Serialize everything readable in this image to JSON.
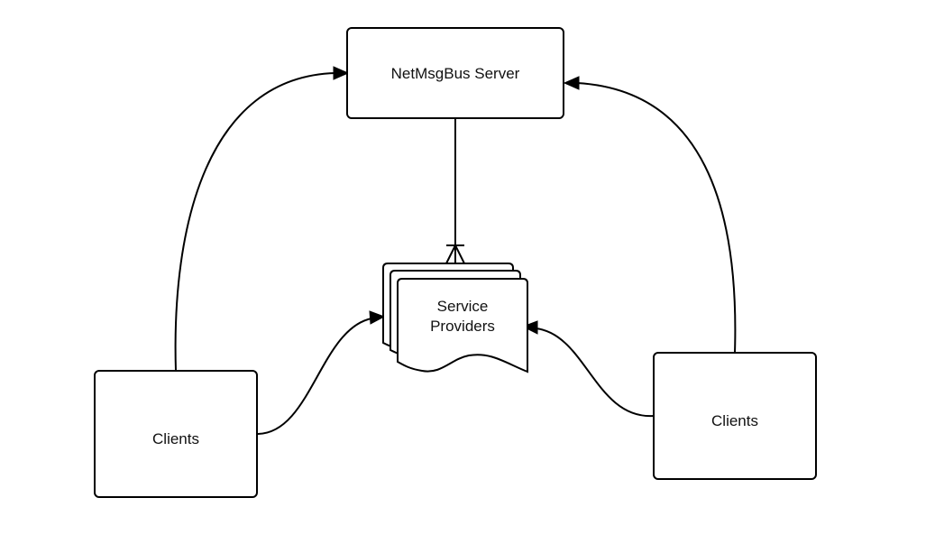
{
  "nodes": {
    "server": {
      "label": "NetMsgBus Server"
    },
    "service_providers": {
      "line1": "Service",
      "line2": "Providers"
    },
    "clients_left": {
      "label": "Clients"
    },
    "clients_right": {
      "label": "Clients"
    }
  }
}
